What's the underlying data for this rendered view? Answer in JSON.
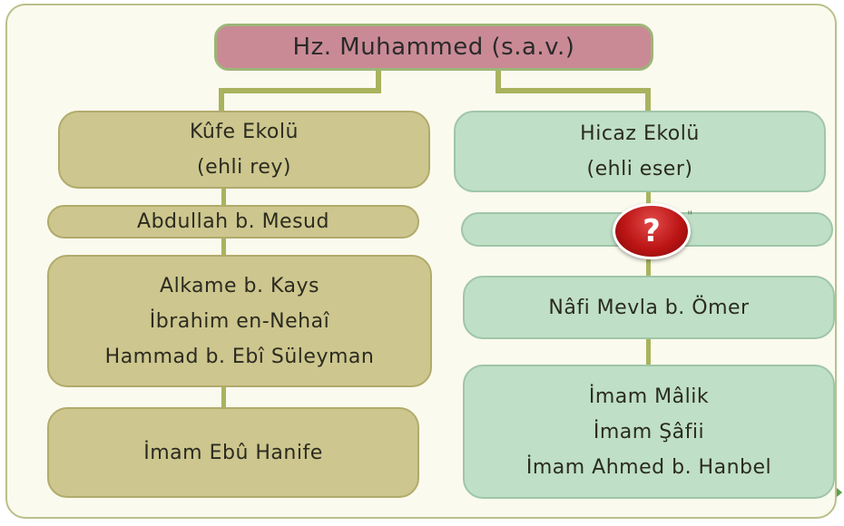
{
  "root": {
    "label": "Hz. Muhammed (s.a.v.)"
  },
  "left": {
    "header": {
      "line1": "Kûfe Ekolü",
      "line2": "(ehli rey)"
    },
    "companion": "Abdullah b. Mesud",
    "successors": [
      "Alkame b. Kays",
      "İbrahim en-Nehaî",
      "Hammad b. Ebî Süleyman"
    ],
    "imam": "İmam Ebû Hanife"
  },
  "right": {
    "header": {
      "line1": "Hicaz Ekolü",
      "line2": "(ehli eser)"
    },
    "companion_hidden_suffix": "\"",
    "question_mark": "?",
    "successor": "Nâfi Mevla b. Ömer",
    "imams": [
      "İmam Mâlik",
      "İmam Şâfii",
      "İmam Ahmed b. Hanbel"
    ]
  },
  "colors": {
    "root_fill": "#c98a95",
    "kufe_fill": "#cdc68e",
    "hicaz_fill": "#bfdfc6",
    "connector": "#a9b35e",
    "question_badge": "#bc1515"
  }
}
